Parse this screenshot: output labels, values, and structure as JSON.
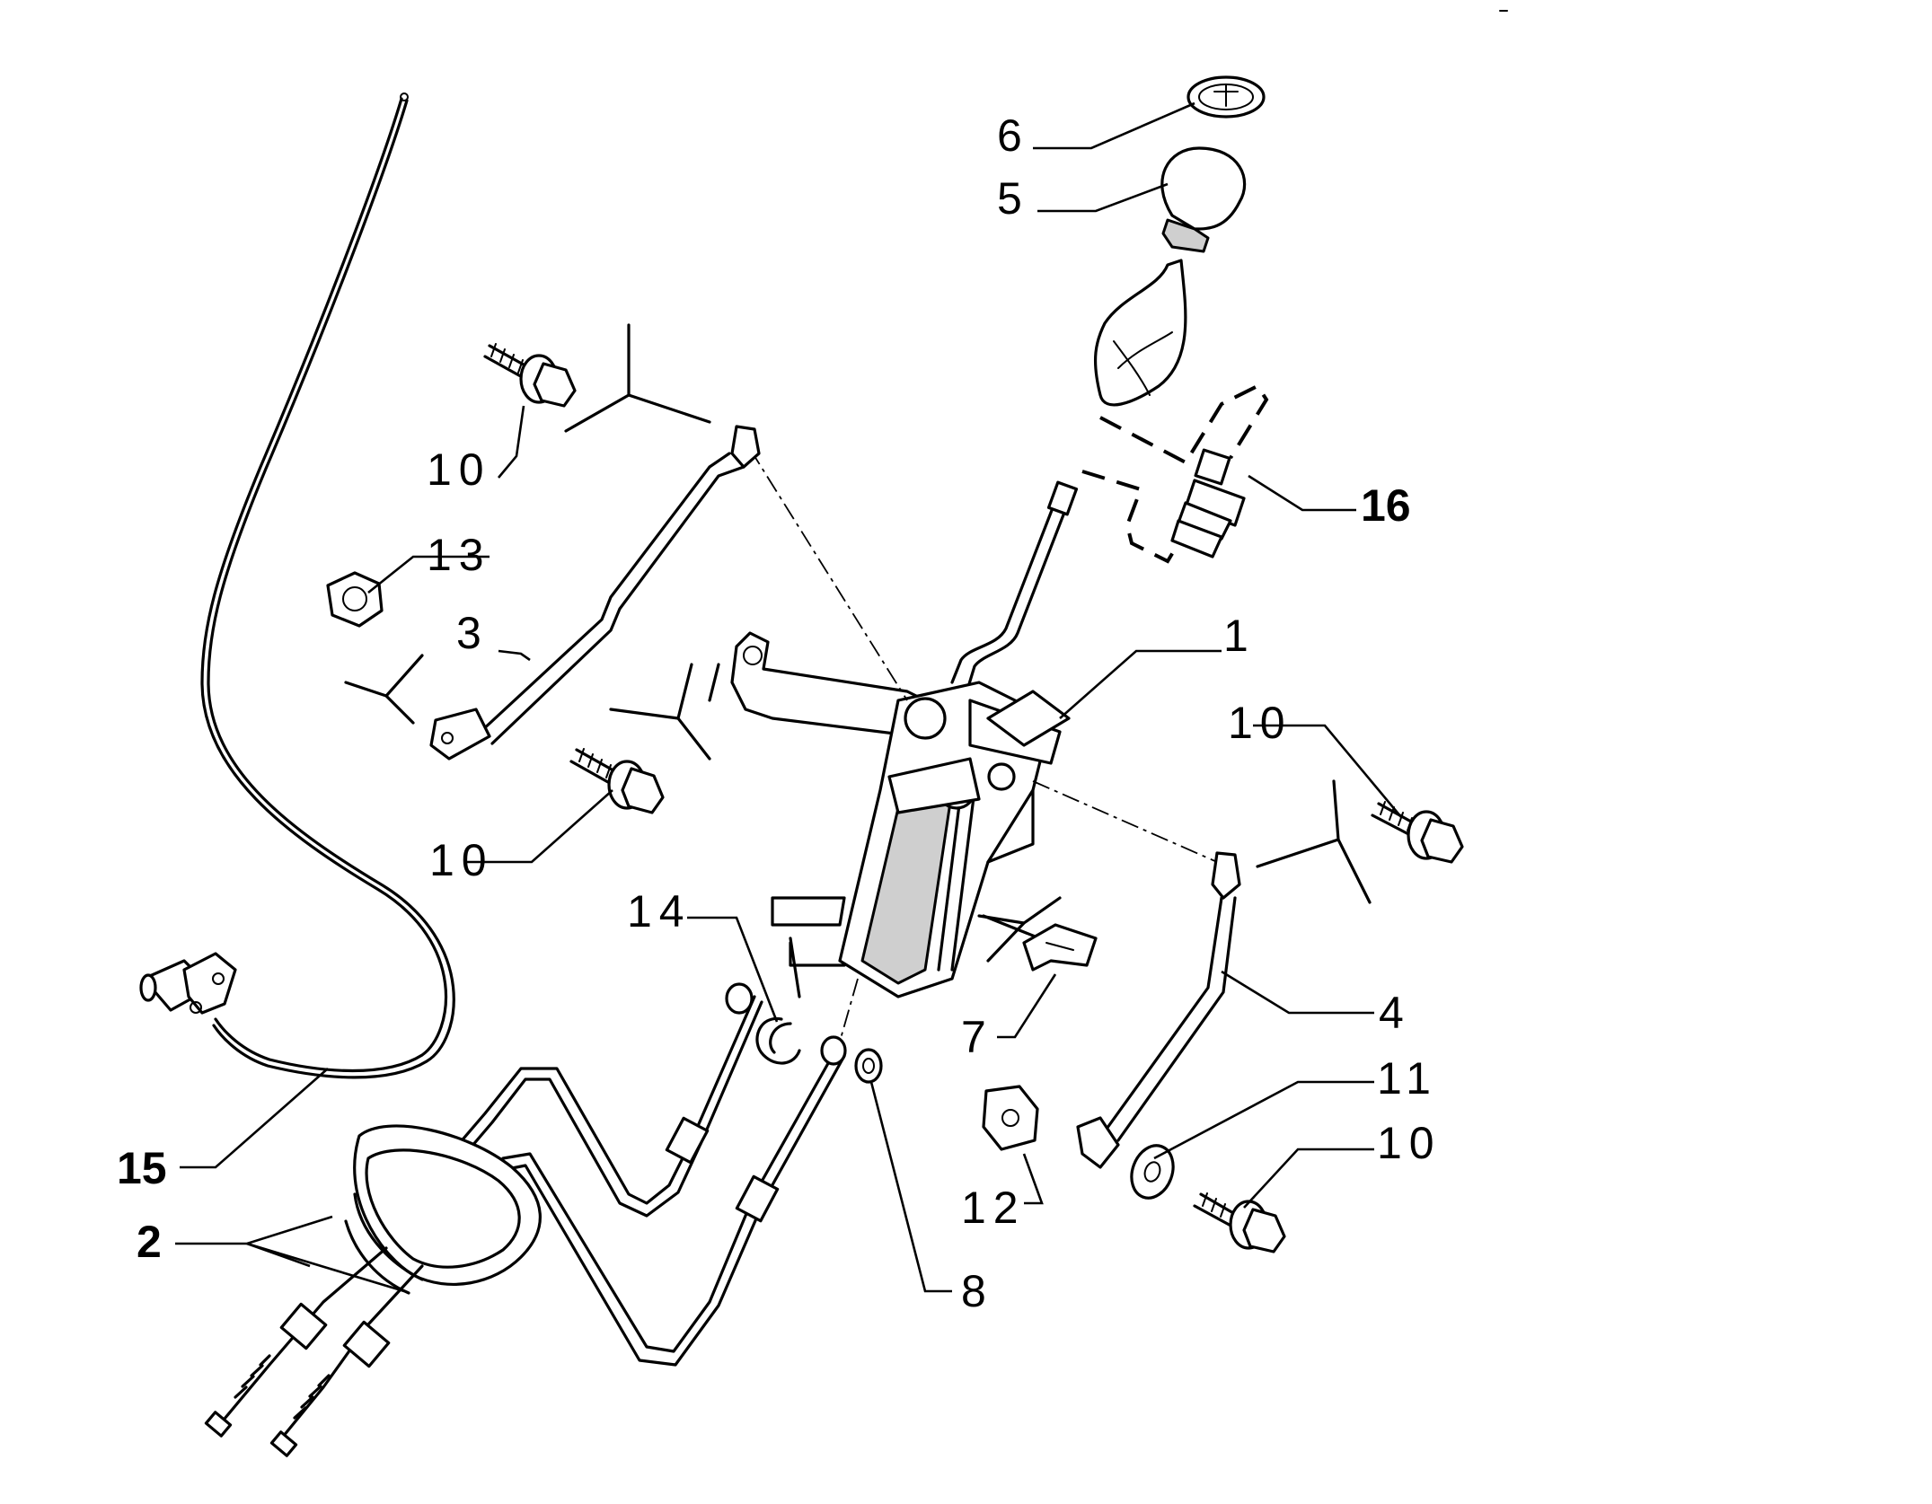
{
  "callouts": {
    "c1": "1",
    "c2": "2",
    "c3": "3",
    "c4": "4",
    "c5": "5",
    "c6": "6",
    "c7": "7",
    "c8": "8",
    "c10a": "10",
    "c10b": "10",
    "c10c": "10",
    "c10d": "10",
    "c11": "11",
    "c12": "12",
    "c13": "13",
    "c14": "14",
    "c15": "15",
    "c16": "16"
  }
}
